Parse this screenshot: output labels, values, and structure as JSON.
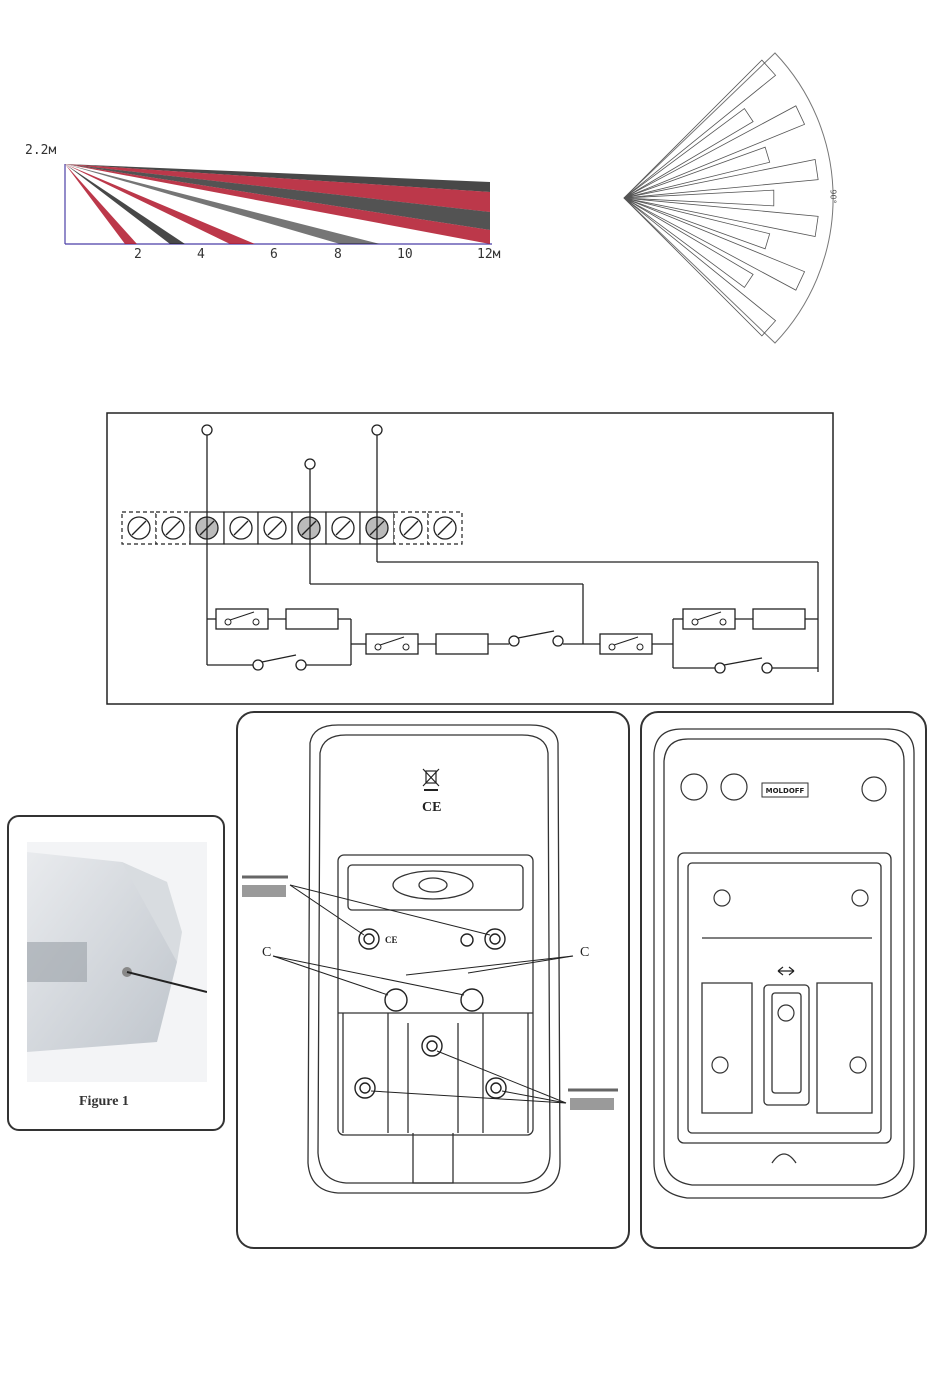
{
  "side_view": {
    "height_label": "2.2м",
    "ticks": [
      "2",
      "4",
      "6",
      "8",
      "10",
      "12м"
    ],
    "colors": {
      "zone_red": "#b0152a",
      "zone_dark": "#1a1a1a",
      "axis": "#4b3fa6"
    }
  },
  "top_view": {
    "arc_label": "90°"
  },
  "wiring": {
    "terminal_count": 10
  },
  "figure1": {
    "caption": "Figure 1"
  },
  "base_plate": {
    "label_c_left": "C",
    "label_c_right": "C",
    "ce_mark": "CE",
    "ce_small": "CE"
  },
  "housing": {
    "brand_plate": "MOLDOFF"
  }
}
